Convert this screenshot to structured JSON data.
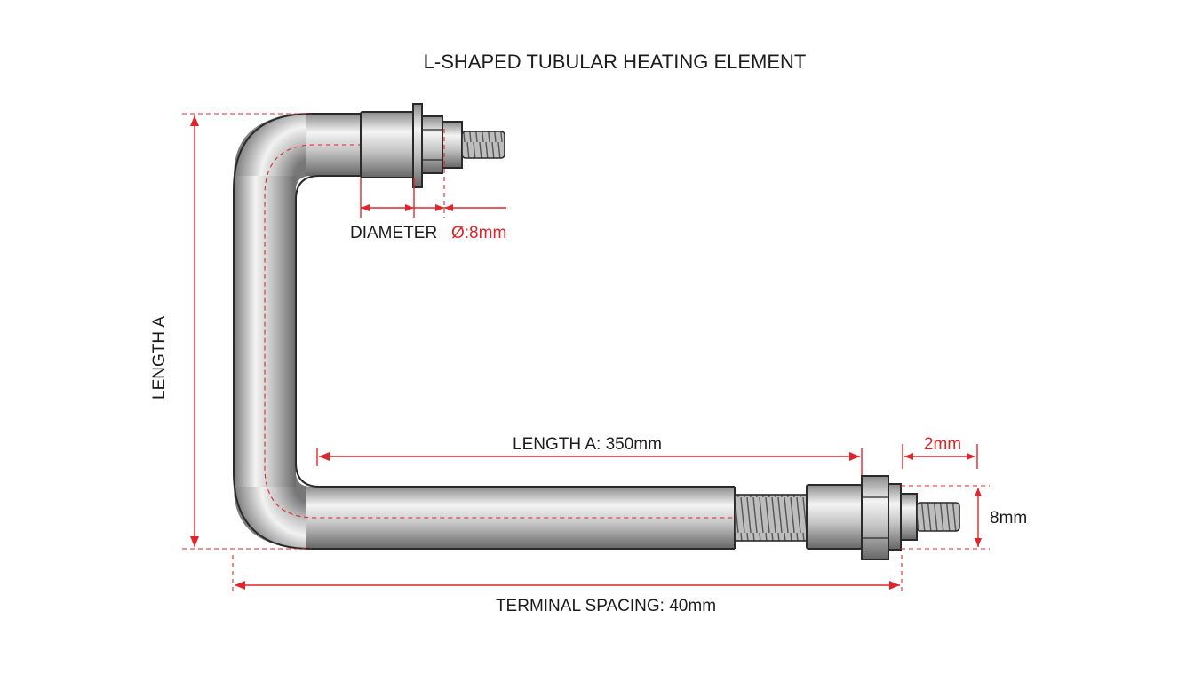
{
  "title": "L-SHAPED TUBULAR HEATING ELEMENT",
  "labels": {
    "diameter": "DIAMETER",
    "diameter_value": "Ø:8mm",
    "length_a_vertical": "LENGTH A",
    "length_a_horizontal": "LENGTH A: 350mm",
    "terminal_gap": "2mm",
    "terminal_height": "8mm",
    "terminal_spacing": "TERMINAL SPACING: 40mm"
  },
  "colors": {
    "dimension": "#e0262b",
    "tube_dark": "#6e6e6e",
    "tube_light": "#f2f2f2",
    "outline": "#2a2a2a"
  }
}
